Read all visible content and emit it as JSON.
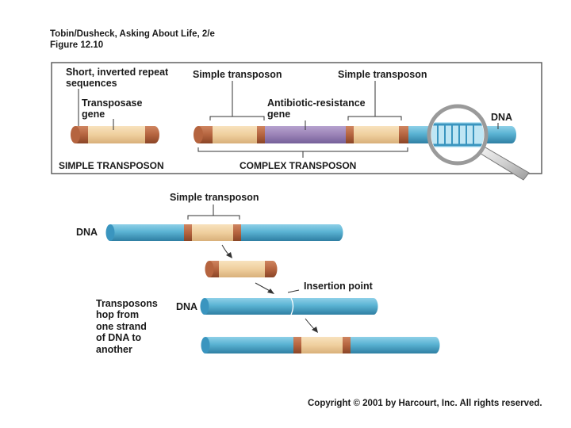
{
  "header": {
    "source": "Tobin/Dusheck, Asking About Life, 2/e",
    "figure": "Figure 12.10"
  },
  "top_panel": {
    "inverted_repeat_label": [
      "Short, inverted repeat",
      "sequences"
    ],
    "transposase_label": [
      "Transposase",
      "gene"
    ],
    "simple_transposon_label_1": "Simple transposon",
    "simple_transposon_label_2": "Simple transposon",
    "antibiotic_label": [
      "Antibiotic-resistance",
      "gene"
    ],
    "dna_label": "DNA",
    "simple_caption": "SIMPLE TRANSPOSON",
    "complex_caption": "COMPLEX TRANSPOSON"
  },
  "bottom_panel": {
    "simple_transposon_label": "Simple transposon",
    "dna_label_1": "DNA",
    "insertion_label": "Insertion point",
    "dna_label_2": "DNA",
    "hop_caption": [
      "Transposons",
      "hop from",
      "one strand",
      "of DNA to",
      "another"
    ]
  },
  "copyright": "Copyright © 2001 by Harcourt, Inc. All rights reserved.",
  "colors": {
    "dna": "#5ab3d3",
    "transposon_body": "#efcf9e",
    "inverted_repeat": "#b5643f",
    "antibiotic_gene": "#9b83b6",
    "panel_border": "#555555"
  }
}
